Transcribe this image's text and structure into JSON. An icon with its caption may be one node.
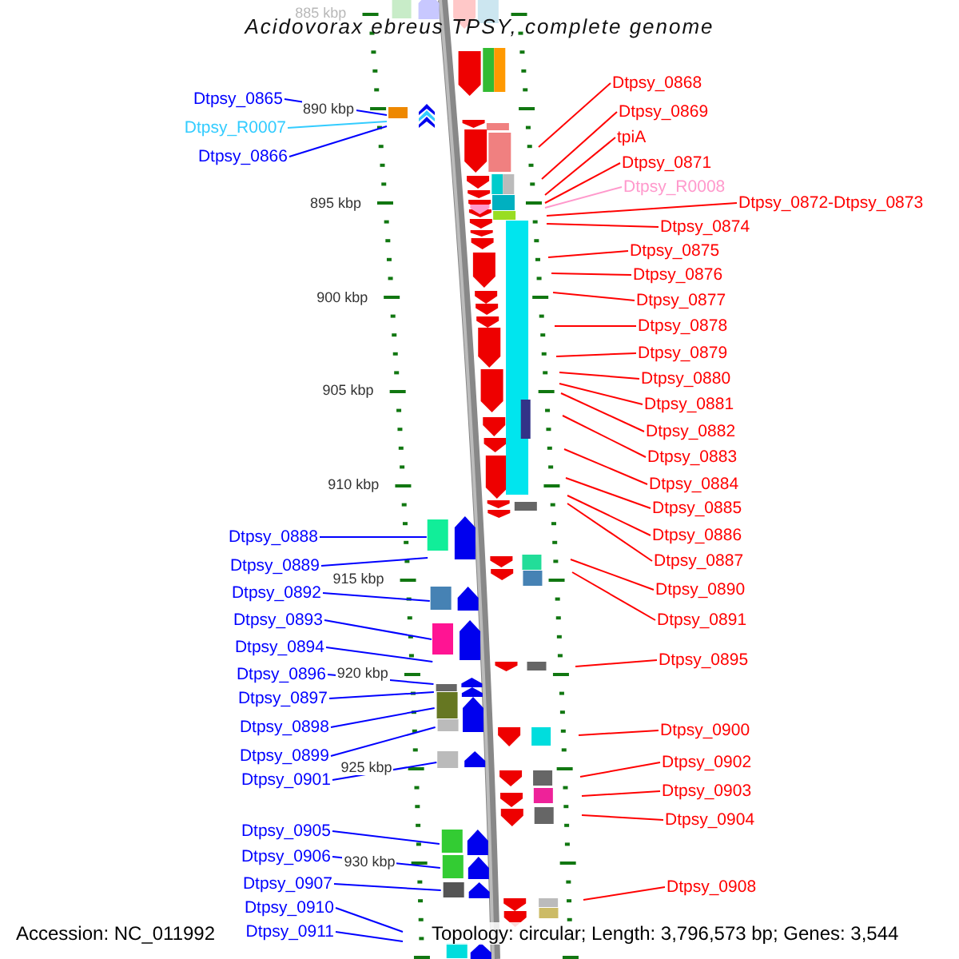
{
  "diagram": {
    "title": "Acidovorax ebreus TPSY, complete genome",
    "nodes": [
      {
        "text": [
          "Dtpsy_0865"
        ]
      },
      {
        "text": [
          "Dtpsy_R0007"
        ]
      },
      {
        "text": [
          "Dtpsy_0866"
        ]
      },
      {
        "text": [
          "Dtpsy_0888"
        ]
      },
      {
        "text": [
          "Dtpsy_0889"
        ]
      },
      {
        "text": [
          "Dtpsy_0892"
        ]
      },
      {
        "text": [
          "Dtpsy_0893"
        ]
      },
      {
        "text": [
          "Dtpsy_0894"
        ]
      },
      {
        "text": [
          "Dtpsy_0896"
        ]
      },
      {
        "text": [
          "Dtpsy_0897"
        ]
      },
      {
        "text": [
          "Dtpsy_0898"
        ]
      },
      {
        "text": [
          "Dtpsy_0899"
        ]
      },
      {
        "text": [
          "Dtpsy_0901"
        ]
      },
      {
        "text": [
          "Dtpsy_0905"
        ]
      },
      {
        "text": [
          "Dtpsy_0906"
        ]
      },
      {
        "text": [
          "Dtpsy_0907"
        ]
      },
      {
        "text": [
          "Dtpsy_0910"
        ]
      },
      {
        "text": [
          "Dtpsy_0911"
        ]
      },
      {
        "text": [
          "Dtpsy_0868"
        ]
      },
      {
        "text": [
          "Dtpsy_0869"
        ]
      },
      {
        "text": [
          "tpiA"
        ]
      },
      {
        "text": [
          "Dtpsy_0871"
        ]
      },
      {
        "text": [
          "Dtpsy_R0008"
        ]
      },
      {
        "text": [
          "Dtpsy_0872-Dtpsy_0873"
        ]
      },
      {
        "text": [
          "Dtpsy_0874"
        ]
      },
      {
        "text": [
          "Dtpsy_0875"
        ]
      },
      {
        "text": [
          "Dtpsy_0876"
        ]
      },
      {
        "text": [
          "Dtpsy_0877"
        ]
      },
      {
        "text": [
          "Dtpsy_0878"
        ]
      },
      {
        "text": [
          "Dtpsy_0879"
        ]
      },
      {
        "text": [
          "Dtpsy_0880"
        ]
      },
      {
        "text": [
          "Dtpsy_0881"
        ]
      },
      {
        "text": [
          "Dtpsy_0882"
        ]
      },
      {
        "text": [
          "Dtpsy_0883"
        ]
      },
      {
        "text": [
          "Dtpsy_0884"
        ]
      },
      {
        "text": [
          "Dtpsy_0885"
        ]
      },
      {
        "text": [
          "Dtpsy_0886"
        ]
      },
      {
        "text": [
          "Dtpsy_0887"
        ]
      },
      {
        "text": [
          "Dtpsy_0890"
        ]
      },
      {
        "text": [
          "Dtpsy_0891"
        ]
      },
      {
        "text": [
          "Dtpsy_0895"
        ]
      },
      {
        "text": [
          "Dtpsy_0900"
        ]
      },
      {
        "text": [
          "Dtpsy_0902"
        ]
      },
      {
        "text": [
          "Dtpsy_0903"
        ]
      },
      {
        "text": [
          "Dtpsy_0904"
        ]
      },
      {
        "text": [
          "Dtpsy_0908"
        ]
      }
    ],
    "edges": [
      {
        "from": 0,
        "to": null,
        "arrow": "none",
        "color": "#0000ff"
      },
      {
        "from": 1,
        "to": null,
        "arrow": "none",
        "color": "#33ccff"
      },
      {
        "from": 2,
        "to": null,
        "arrow": "none",
        "color": "#0000ff"
      },
      {
        "from": 3,
        "to": null,
        "arrow": "none",
        "color": "#0000ff"
      },
      {
        "from": 4,
        "to": null,
        "arrow": "none",
        "color": "#0000ff"
      },
      {
        "from": 5,
        "to": null,
        "arrow": "none",
        "color": "#0000ff"
      },
      {
        "from": 6,
        "to": null,
        "arrow": "none",
        "color": "#0000ff"
      },
      {
        "from": 7,
        "to": null,
        "arrow": "none",
        "color": "#0000ff"
      },
      {
        "from": 8,
        "to": null,
        "arrow": "none",
        "color": "#0000ff"
      },
      {
        "from": 9,
        "to": null,
        "arrow": "none",
        "color": "#0000ff"
      },
      {
        "from": 10,
        "to": null,
        "arrow": "none",
        "color": "#0000ff"
      },
      {
        "from": 11,
        "to": null,
        "arrow": "none",
        "color": "#0000ff"
      },
      {
        "from": 12,
        "to": null,
        "arrow": "none",
        "color": "#0000ff"
      },
      {
        "from": 13,
        "to": null,
        "arrow": "none",
        "color": "#0000ff"
      },
      {
        "from": 14,
        "to": null,
        "arrow": "none",
        "color": "#0000ff"
      },
      {
        "from": 15,
        "to": null,
        "arrow": "none",
        "color": "#0000ff"
      },
      {
        "from": 16,
        "to": null,
        "arrow": "none",
        "color": "#0000ff"
      },
      {
        "from": 17,
        "to": null,
        "arrow": "none",
        "color": "#0000ff"
      },
      {
        "from": 18,
        "to": null,
        "arrow": "none"
      },
      {
        "from": 19,
        "to": null,
        "arrow": "none"
      },
      {
        "from": 20,
        "to": null,
        "arrow": "none"
      },
      {
        "from": 21,
        "to": null,
        "arrow": "none"
      },
      {
        "from": 22,
        "to": null,
        "arrow": "none",
        "color": "#ff99cc"
      },
      {
        "from": 23,
        "to": null,
        "arrow": "none"
      },
      {
        "from": 24,
        "to": null,
        "arrow": "none"
      },
      {
        "from": 25,
        "to": null,
        "arrow": "none"
      },
      {
        "from": 26,
        "to": null,
        "arrow": "none"
      },
      {
        "from": 27,
        "to": null,
        "arrow": "none"
      },
      {
        "from": 28,
        "to": null,
        "arrow": "none"
      },
      {
        "from": 29,
        "to": null,
        "arrow": "none"
      },
      {
        "from": 30,
        "to": null,
        "arrow": "none"
      },
      {
        "from": 31,
        "to": null,
        "arrow": "none"
      },
      {
        "from": 32,
        "to": null,
        "arrow": "none"
      },
      {
        "from": 33,
        "to": null,
        "arrow": "none"
      },
      {
        "from": 34,
        "to": null,
        "arrow": "none"
      },
      {
        "from": 35,
        "to": null,
        "arrow": "none"
      },
      {
        "from": 36,
        "to": null,
        "arrow": "none"
      },
      {
        "from": 37,
        "to": null,
        "arrow": "none"
      },
      {
        "from": 38,
        "to": null,
        "arrow": "none"
      },
      {
        "from": 39,
        "to": null,
        "arrow": "none"
      },
      {
        "from": 40,
        "to": null,
        "arrow": "none"
      },
      {
        "from": 41,
        "to": null,
        "arrow": "none"
      },
      {
        "from": 42,
        "to": null,
        "arrow": "none"
      },
      {
        "from": 43,
        "to": null,
        "arrow": "none"
      },
      {
        "from": 44,
        "to": null,
        "arrow": "none"
      },
      {
        "from": 45,
        "to": null,
        "arrow": "none"
      }
    ],
    "labels": [
      "885 kbp",
      "890 kbp",
      "895 kbp",
      "900 kbp",
      "905 kbp",
      "910 kbp",
      "915 kbp",
      "920 kbp",
      "925 kbp",
      "930 kbp",
      "Accession: NC_011992",
      "Topology: circular; Length: 3,796,573 bp; Genes: 3,544"
    ]
  }
}
